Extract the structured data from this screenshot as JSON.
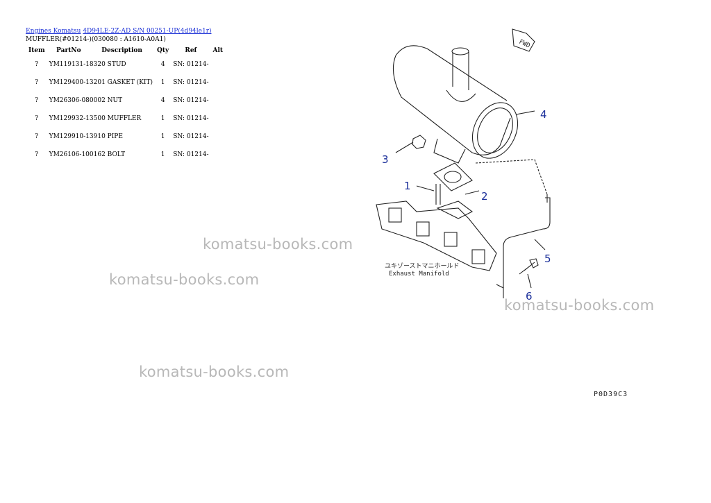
{
  "breadcrumb": {
    "link1": "Engines Komatsu",
    "link2": "4D94LE-2Z-AD S/N 00251-UP(4d94le1r)"
  },
  "subtitle": "MUFFLER(#01214-)(030080 : A1610-A0A1)",
  "table": {
    "headers": [
      "Item",
      "PartNo",
      "Description",
      "Qty",
      "Ref",
      "Alt"
    ],
    "rows": [
      {
        "item": "?",
        "part": "YM119131-18320 STUD",
        "qty": "4",
        "ref": "SN: 01214-"
      },
      {
        "item": "?",
        "part": "YM129400-13201 GASKET (KIT)",
        "qty": "1",
        "ref": "SN: 01214-"
      },
      {
        "item": "?",
        "part": "YM26306-080002 NUT",
        "qty": "4",
        "ref": "SN: 01214-"
      },
      {
        "item": "?",
        "part": "YM129932-13500 MUFFLER",
        "qty": "1",
        "ref": "SN: 01214-"
      },
      {
        "item": "?",
        "part": "YM129910-13910 PIPE",
        "qty": "1",
        "ref": "SN: 01214-"
      },
      {
        "item": "?",
        "part": "YM26106-100162 BOLT",
        "qty": "1",
        "ref": "SN: 01214-"
      }
    ]
  },
  "watermark": "komatsu-books.com",
  "diagram": {
    "callouts": [
      "1",
      "2",
      "3",
      "4",
      "5",
      "6"
    ],
    "fwd_label": "FWD",
    "jp_label": "ユキゾーストマニホールド",
    "en_label": "Exhaust Manifold",
    "drawing_code": "P0D39C3"
  }
}
